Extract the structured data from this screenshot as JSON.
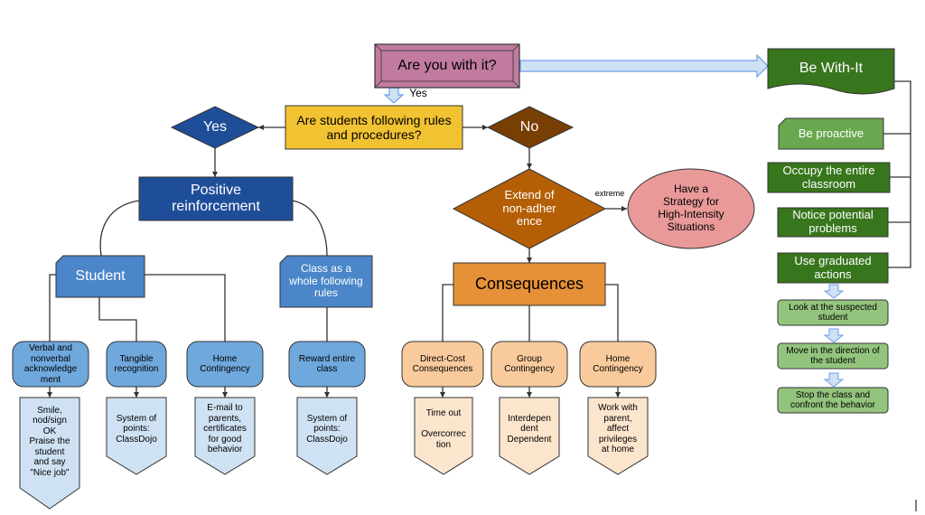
{
  "colors": {
    "pink": "#c27ba0",
    "yellow": "#f1c232",
    "navy": "#1f4e99",
    "blue_light": "#6fa8dc",
    "blue_pale": "#cfe2f3",
    "brown": "#783f04",
    "orange": "#e69138",
    "orange_light": "#f9cb9c",
    "peach": "#fce5cd",
    "salmon": "#ea9999",
    "green_dark": "#38761d",
    "green_mid": "#6aa84f",
    "green_light": "#93c47d",
    "arrow_fill": "#cfe2f3",
    "arrow_stroke": "#6d9eeb"
  },
  "top": {
    "question": "Are you with it?",
    "yes_label": "Yes",
    "be_with_it": "Be With-It"
  },
  "rules": {
    "question": "Are students following rules\nand procedures?",
    "yes": "Yes",
    "no": "No"
  },
  "positive": {
    "title": "Positive\nreinforcement",
    "student": "Student",
    "class_group": "Class as a\nwhole following\nrules",
    "categories": [
      "Verbal and\nnonverbal\nacknowledge\nment",
      "Tangible\nrecognition",
      "Home\nContingency",
      "Reward entire\nclass"
    ],
    "details": [
      "Smile,\nnod/sign\nOK\nPraise the\nstudent\nand say\n\"Nice job\"",
      "System of\npoints:\nClassDojo",
      "E-mail to\nparents,\ncertificates\nfor good\nbehavior",
      "System of\npoints:\nClassDojo"
    ]
  },
  "negative": {
    "extent": "Extend of\nnon-adher\nence",
    "extreme_label": "extreme",
    "strategy": "Have a\nStrategy for\nHigh-Intensity\nSituations",
    "consequences": "Consequences",
    "categories": [
      "Direct-Cost\nConsequences",
      "Group\nContingency",
      "Home\nContingency"
    ],
    "details": [
      "Time out\n\nOvercorrec\ntion",
      "Interdepen\ndent\nDependent",
      "Work with\nparent,\naffect\nprivileges\nat home"
    ]
  },
  "withit": {
    "items": [
      "Be proactive",
      "Occupy the entire\nclassroom",
      "Notice potential\nproblems",
      "Use graduated\nactions"
    ],
    "steps": [
      "Look at the suspected\nstudent",
      "Move in the direction of\nthe student",
      "Stop the class and\nconfront the behavior"
    ]
  }
}
